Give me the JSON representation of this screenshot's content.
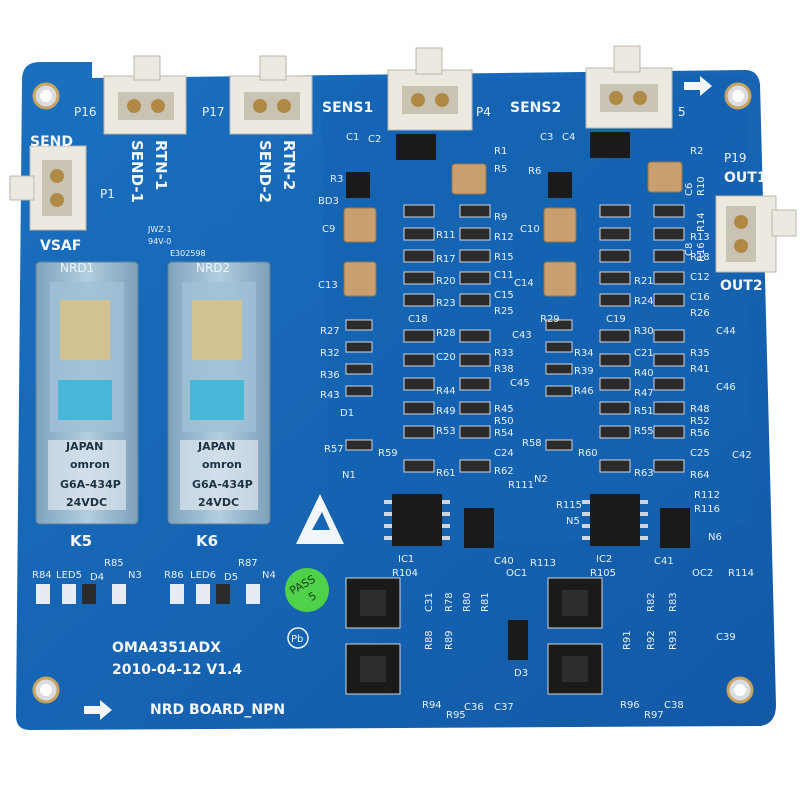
{
  "colors": {
    "board": "#1666b4",
    "board_dark": "#0f4f94",
    "silkscreen": "#eef4fb",
    "connector": "#ece9e0",
    "relay": "#8fb2c9",
    "capacitor": "#c89f6e",
    "pass_sticker": "#4fd14a",
    "chip": "#1a1a1a"
  },
  "connectors": {
    "p16": "P16",
    "p17": "P17",
    "p1": "P1",
    "send": "SEND",
    "vsaf": "VSAF",
    "rtn1": "RTN-1",
    "send1": "SEND-1",
    "rtn2": "RTN-2",
    "send2": "SEND-2",
    "sens1": "SENS1",
    "p4": "P4",
    "sens2": "SENS2",
    "p5": "5",
    "p19": "P19",
    "out1": "OUT1",
    "out2": "OUT2"
  },
  "relays": {
    "k5": "K5",
    "k6": "K6",
    "nrd1": "NRD1",
    "nrd2": "NRD2",
    "relay_brand": "omron",
    "relay_model": "G6A-434P",
    "relay_voltage": "24VDC",
    "relay_country": "JAPAN"
  },
  "markings": {
    "cert_line1": "JWZ-1",
    "cert_line2": "94V-0",
    "cert_line3": "E302598",
    "part_number": "OMA4351ADX",
    "date_version": "2010-04-12 V1.4",
    "board_name": "NRD BOARD_NPN",
    "pass_sticker_line1": "PASS",
    "pass_sticker_line2": "5",
    "pb_mark": "Pb"
  },
  "leds": {
    "r84": "R84",
    "led5": "LED5",
    "d4": "D4",
    "r85": "R85",
    "n3": "N3",
    "r86": "R86",
    "led6": "LED6",
    "d5": "D5",
    "r87": "R87",
    "n4": "N4"
  },
  "designators_left": [
    "R3",
    "BD3",
    "C9",
    "C13",
    "R27",
    "R32",
    "R36",
    "R43",
    "D1",
    "R57",
    "N1"
  ],
  "designators_mid": [
    "C1",
    "C2",
    "R1",
    "R5",
    "R9",
    "R11",
    "R12",
    "R15",
    "R17",
    "R20",
    "C11",
    "C15",
    "R23",
    "C18",
    "R25",
    "R28",
    "C20",
    "R33",
    "R38",
    "C45",
    "R44",
    "R45",
    "R49",
    "R50",
    "R53",
    "R54",
    "C24",
    "R59",
    "R61",
    "R62",
    "R111",
    "C43"
  ],
  "designators_right": [
    "C3",
    "C4",
    "R2",
    "R6",
    "C10",
    "C14",
    "R13",
    "R18",
    "R21",
    "R24",
    "C12",
    "C16",
    "R29",
    "C19",
    "R26",
    "R30",
    "C21",
    "R34",
    "R35",
    "R39",
    "R40",
    "R41",
    "R46",
    "R47",
    "R48",
    "R51",
    "R52",
    "R55",
    "R56",
    "R58",
    "R60",
    "R63",
    "R64",
    "C25",
    "C42",
    "R112",
    "R116",
    "N6",
    "C44",
    "C46",
    "R114",
    "N2",
    "R10",
    "R14",
    "R16",
    "C6",
    "C8"
  ],
  "designators_bottom": [
    "IC1",
    "R104",
    "C40",
    "OC1",
    "R113",
    "R115",
    "N5",
    "IC2",
    "R105",
    "OC2",
    "C41",
    "C31",
    "R78",
    "R80",
    "R81",
    "R88",
    "R89",
    "D3",
    "R94",
    "R95",
    "C36",
    "C37",
    "R82",
    "R83",
    "C39",
    "R91",
    "R92",
    "R93",
    "R96",
    "R97",
    "C38"
  ],
  "icons": {
    "esd": "esd-warning-icon",
    "arrow_top": "arrow-right-icon",
    "arrow_bottom": "arrow-right-icon",
    "mount_hole": "mounting-hole-icon"
  }
}
